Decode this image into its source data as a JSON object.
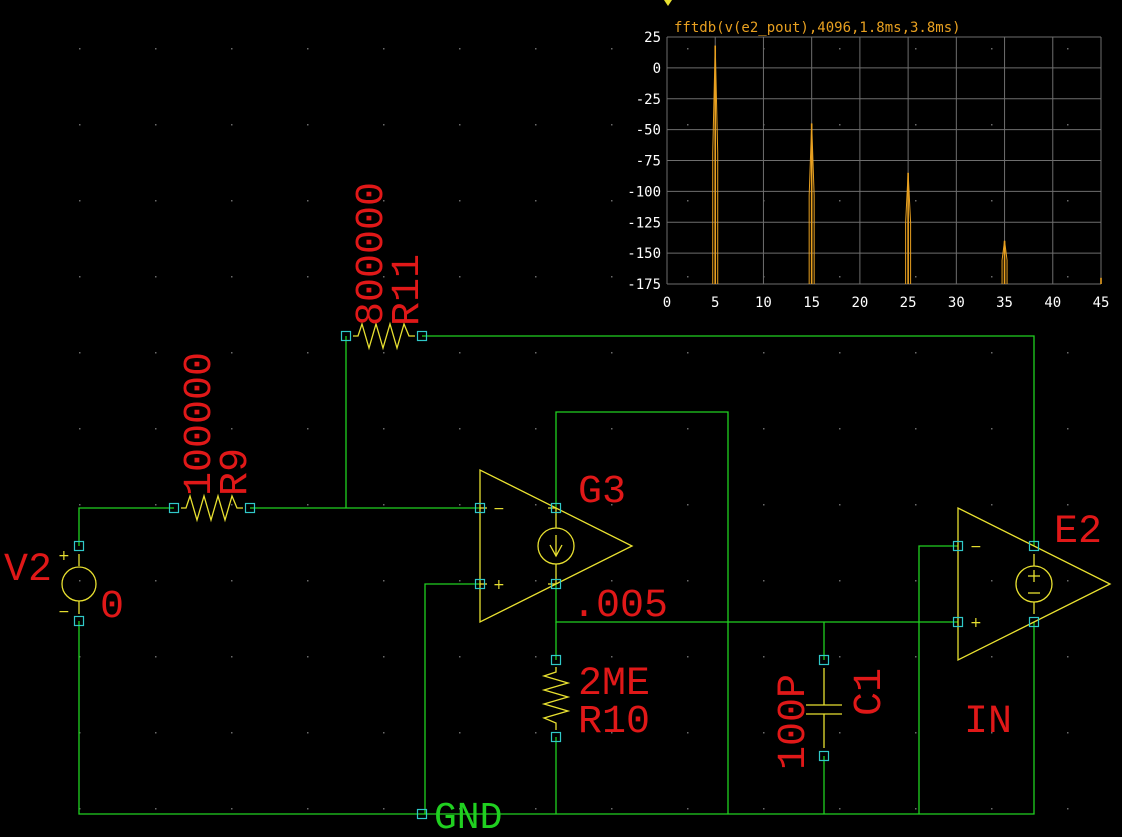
{
  "schematic": {
    "components": {
      "V2": {
        "ref": "V2",
        "value": "0"
      },
      "R9": {
        "ref": "R9",
        "value": "100000"
      },
      "R11": {
        "ref": "R11",
        "value": "800000"
      },
      "G3": {
        "ref": "G3",
        "value": ".005"
      },
      "R10": {
        "ref": "R10",
        "value": "2ME"
      },
      "C1": {
        "ref": "C1",
        "value": "100P"
      },
      "E2": {
        "ref": "E2"
      }
    },
    "net_labels": {
      "gnd": "GND",
      "in": "IN"
    },
    "pin_signs": {
      "minus": "−",
      "plus": "+"
    }
  },
  "colors": {
    "background": "#000000",
    "wire": "#20d020",
    "component": "#e8e030",
    "pin": "#30c8c8",
    "label": "#e01818",
    "trace": "#e8a020",
    "grid": "#707070"
  },
  "chart_data": {
    "type": "line",
    "title": "fftdb(v(e2_pout),4096,1.8ms,3.8ms)",
    "xlim": [
      0,
      45
    ],
    "ylim": [
      -175,
      25
    ],
    "x_ticks": [
      0,
      5,
      10,
      15,
      20,
      25,
      30,
      35,
      40,
      45
    ],
    "y_ticks": [
      25,
      0,
      -25,
      -50,
      -75,
      -100,
      -125,
      -150,
      -175
    ],
    "grid": true,
    "series": [
      {
        "peaks": [
          {
            "x": 5,
            "y": 18
          },
          {
            "x": 15,
            "y": -45
          },
          {
            "x": 25,
            "y": -85
          },
          {
            "x": 35,
            "y": -140
          },
          {
            "x": 45,
            "y": -170
          }
        ]
      }
    ]
  }
}
